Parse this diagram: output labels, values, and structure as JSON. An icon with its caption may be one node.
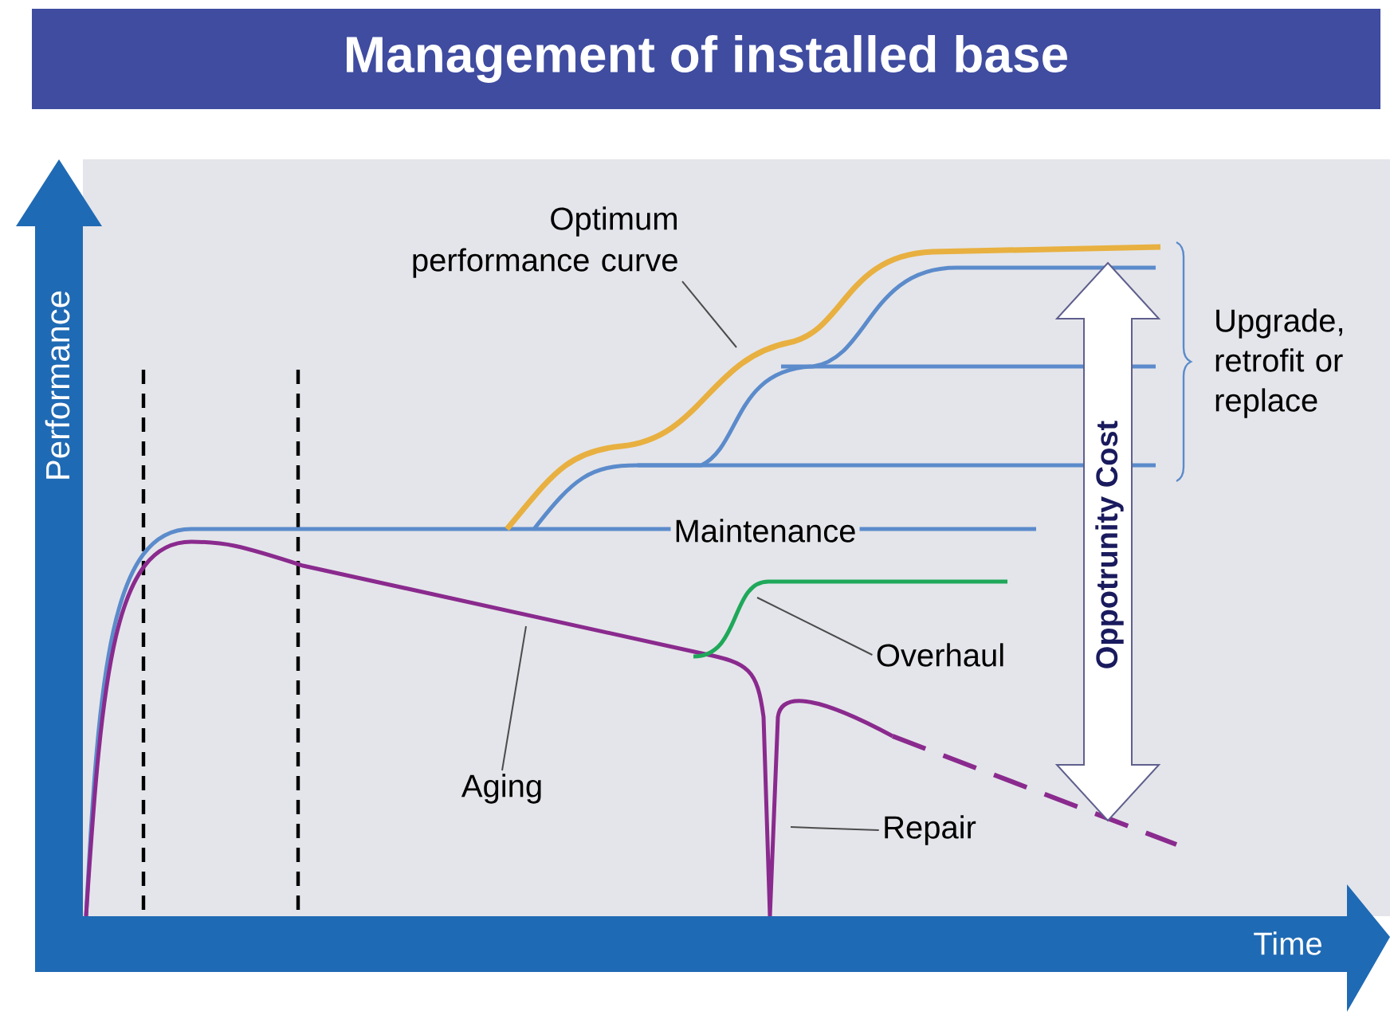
{
  "diagram": {
    "title": "Management of installed base",
    "nodes": [
      {
        "text": [
          "Optimum performance curve"
        ]
      },
      {
        "text": [
          "Aging"
        ]
      },
      {
        "text": [
          "Overhaul"
        ]
      },
      {
        "text": [
          "Repair"
        ]
      }
    ],
    "edges": [
      {
        "from": 0,
        "to": null,
        "arrow": "none"
      },
      {
        "from": 1,
        "to": null,
        "arrow": "none"
      },
      {
        "from": 2,
        "to": null,
        "arrow": "none"
      },
      {
        "from": 3,
        "to": null,
        "arrow": "none"
      }
    ],
    "labels": [
      "Performance",
      "Time",
      "Maintenance",
      "Upgrade, retrofit or replace",
      "Oppotrunity Cost"
    ]
  }
}
